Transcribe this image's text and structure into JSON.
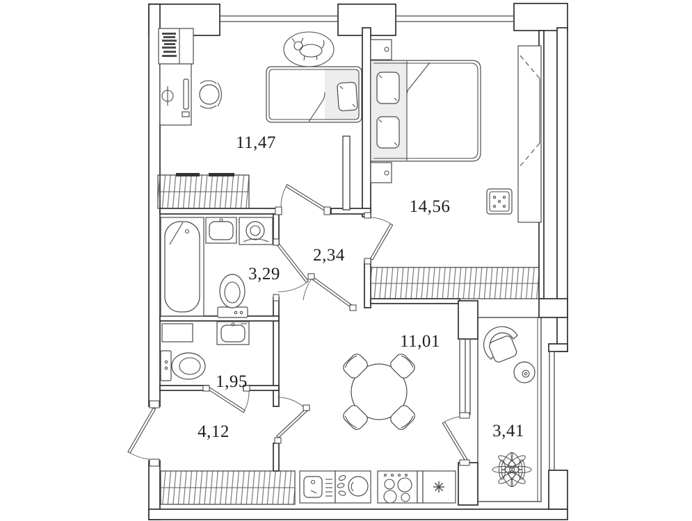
{
  "plan": {
    "background": "#ffffff",
    "line_color": "#2e2e2e",
    "soft_fill": "#ededed",
    "rooms": [
      {
        "id": "child-room",
        "area_label": "11,47"
      },
      {
        "id": "bedroom",
        "area_label": "14,56"
      },
      {
        "id": "inner-hall",
        "area_label": "2,34"
      },
      {
        "id": "bathroom",
        "area_label": "3,29"
      },
      {
        "id": "wc",
        "area_label": "1,95"
      },
      {
        "id": "kitchen-living",
        "area_label": "11,01"
      },
      {
        "id": "entrance-hall",
        "area_label": "4,12"
      },
      {
        "id": "balcony",
        "area_label": "3,41"
      }
    ]
  }
}
